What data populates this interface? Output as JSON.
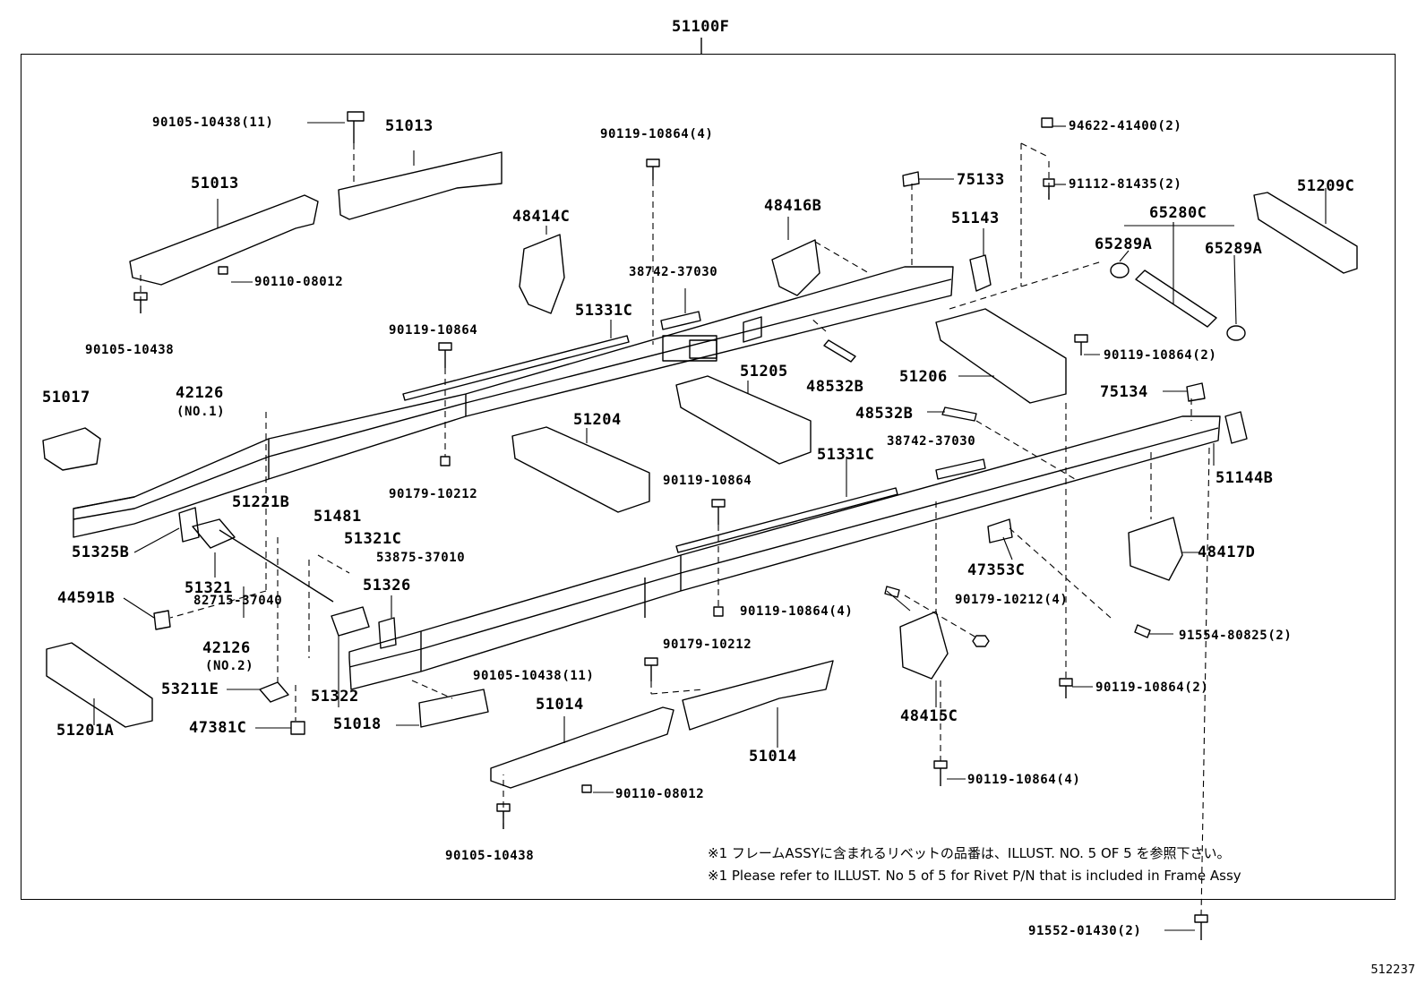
{
  "assembly_label": "51100F",
  "figure_number": "512237",
  "notes": {
    "jp": "※1 フレームASSYに含まれるリベットの品番は、ILLUST. NO. 5  OF  5  を参照下さい。",
    "en": "※1 Please refer to ILLUST. No 5 of 5 for Rivet P/N that is included in Frame Assy"
  },
  "labels": [
    {
      "id": "l01",
      "text": "90105-10438(11)",
      "small": true
    },
    {
      "id": "l02",
      "text": "51013"
    },
    {
      "id": "l03",
      "text": "51013"
    },
    {
      "id": "l04",
      "text": "90110-08012",
      "small": true
    },
    {
      "id": "l05",
      "text": "90105-10438",
      "small": true
    },
    {
      "id": "l06",
      "text": "90119-10864(4)",
      "small": true
    },
    {
      "id": "l07",
      "text": "48414C"
    },
    {
      "id": "l08",
      "text": "38742-37030",
      "small": true
    },
    {
      "id": "l09",
      "text": "51331C"
    },
    {
      "id": "l10",
      "text": "90119-10864",
      "small": true
    },
    {
      "id": "l11",
      "text": "48416B"
    },
    {
      "id": "l12",
      "text": "75133"
    },
    {
      "id": "l13",
      "text": "94622-41400(2)",
      "small": true
    },
    {
      "id": "l14",
      "text": "91112-81435(2)",
      "small": true
    },
    {
      "id": "l15",
      "text": "51209C"
    },
    {
      "id": "l16",
      "text": "65280C"
    },
    {
      "id": "l17",
      "text": "65289A"
    },
    {
      "id": "l18",
      "text": "65289A"
    },
    {
      "id": "l19",
      "text": "51143"
    },
    {
      "id": "l20",
      "text": "90119-10864(2)",
      "small": true
    },
    {
      "id": "l21",
      "text": "51017"
    },
    {
      "id": "l22",
      "text": "42126"
    },
    {
      "id": "l23",
      "text": "(NO.1)",
      "small": true
    },
    {
      "id": "l24",
      "text": "51205"
    },
    {
      "id": "l25",
      "text": "48532B"
    },
    {
      "id": "l26",
      "text": "51206"
    },
    {
      "id": "l27",
      "text": "75134"
    },
    {
      "id": "l28",
      "text": "48532B"
    },
    {
      "id": "l29",
      "text": "51204"
    },
    {
      "id": "l30",
      "text": "38742-37030",
      "small": true
    },
    {
      "id": "l31",
      "text": "51331C"
    },
    {
      "id": "l32",
      "text": "90179-10212",
      "small": true
    },
    {
      "id": "l33",
      "text": "90119-10864",
      "small": true
    },
    {
      "id": "l34",
      "text": "51144B"
    },
    {
      "id": "l35",
      "text": "51221B"
    },
    {
      "id": "l36",
      "text": "51481"
    },
    {
      "id": "l37",
      "text": "51325B"
    },
    {
      "id": "l38",
      "text": "51321C"
    },
    {
      "id": "l39",
      "text": "53875-37010",
      "small": true
    },
    {
      "id": "l40",
      "text": "51321"
    },
    {
      "id": "l41",
      "text": "51326"
    },
    {
      "id": "l42",
      "text": "48417D"
    },
    {
      "id": "l43",
      "text": "47353C"
    },
    {
      "id": "l44",
      "text": "44591B"
    },
    {
      "id": "l45",
      "text": "82715-37040",
      "small": true
    },
    {
      "id": "l46",
      "text": "90119-10864(4)",
      "small": true
    },
    {
      "id": "l47",
      "text": "90179-10212(4)",
      "small": true
    },
    {
      "id": "l48",
      "text": "42126"
    },
    {
      "id": "l49",
      "text": "(NO.2)",
      "small": true
    },
    {
      "id": "l50",
      "text": "91554-80825(2)",
      "small": true
    },
    {
      "id": "l51",
      "text": "90179-10212",
      "small": true
    },
    {
      "id": "l52",
      "text": "53211E"
    },
    {
      "id": "l53",
      "text": "51322"
    },
    {
      "id": "l54",
      "text": "90105-10438(11)",
      "small": true
    },
    {
      "id": "l55",
      "text": "90119-10864(2)",
      "small": true
    },
    {
      "id": "l56",
      "text": "51014"
    },
    {
      "id": "l57",
      "text": "48415C"
    },
    {
      "id": "l58",
      "text": "47381C"
    },
    {
      "id": "l59",
      "text": "51018"
    },
    {
      "id": "l60",
      "text": "51201A"
    },
    {
      "id": "l61",
      "text": "51014"
    },
    {
      "id": "l62",
      "text": "90119-10864(4)",
      "small": true
    },
    {
      "id": "l63",
      "text": "90110-08012",
      "small": true
    },
    {
      "id": "l64",
      "text": "90105-10438",
      "small": true
    },
    {
      "id": "l65",
      "text": "91552-01430(2)",
      "small": true
    }
  ]
}
